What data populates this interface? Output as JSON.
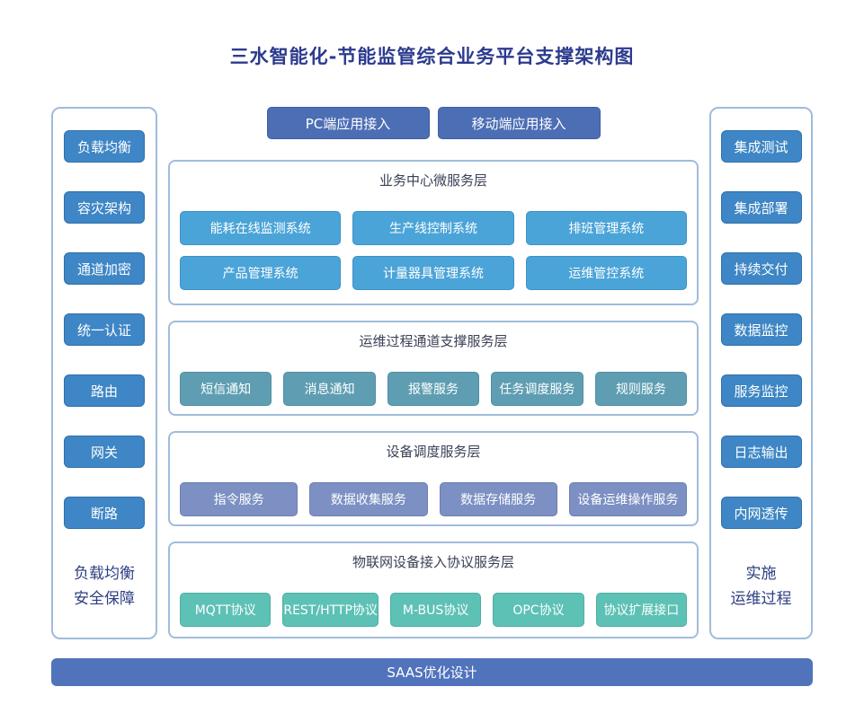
{
  "title": "三水智能化-节能监管综合业务平台支撑架构图",
  "access": {
    "pc": "PC端应用接入",
    "mobile": "移动端应用接入"
  },
  "left_sidebar": {
    "items": [
      "负载均衡",
      "容灾架构",
      "通道加密",
      "统一认证",
      "路由",
      "网关",
      "断路"
    ],
    "label_line1": "负载均衡",
    "label_line2": "安全保障"
  },
  "right_sidebar": {
    "items": [
      "集成测试",
      "集成部署",
      "持续交付",
      "数据监控",
      "服务监控",
      "日志输出",
      "内网透传"
    ],
    "label_line1": "实施",
    "label_line2": "运维过程"
  },
  "sections": [
    {
      "title": "业务中心微服务层",
      "rows": [
        [
          "能耗在线监测系统",
          "生产线控制系统",
          "排班管理系统"
        ],
        [
          "产品管理系统",
          "计量器具管理系统",
          "运维管控系统"
        ]
      ]
    },
    {
      "title": "运维过程通道支撑服务层",
      "items": [
        "短信通知",
        "消息通知",
        "报警服务",
        "任务调度服务",
        "规则服务"
      ]
    },
    {
      "title": "设备调度服务层",
      "items": [
        "指令服务",
        "数据收集服务",
        "数据存储服务",
        "设备运维操作服务"
      ]
    },
    {
      "title": "物联网设备接入协议服务层",
      "items": [
        "MQTT协议",
        "REST/HTTP协议",
        "M-BUS协议",
        "OPC协议",
        "协议扩展接口"
      ]
    }
  ],
  "footer": {
    "label": "SAAS优化设计"
  },
  "colors": {
    "title_text": "#2c3a8e",
    "container_border": "#a0bcdc",
    "sidebar_node": "#3e86c5",
    "access_node": "#4c6eb5",
    "business_node": "#4ba4d8",
    "channel_node": "#5f9eb2",
    "device_node": "#7d90c3",
    "protocol_node": "#5dc1b5",
    "footer_bar": "#5173bc",
    "side_label_text": "#2e3e82"
  }
}
